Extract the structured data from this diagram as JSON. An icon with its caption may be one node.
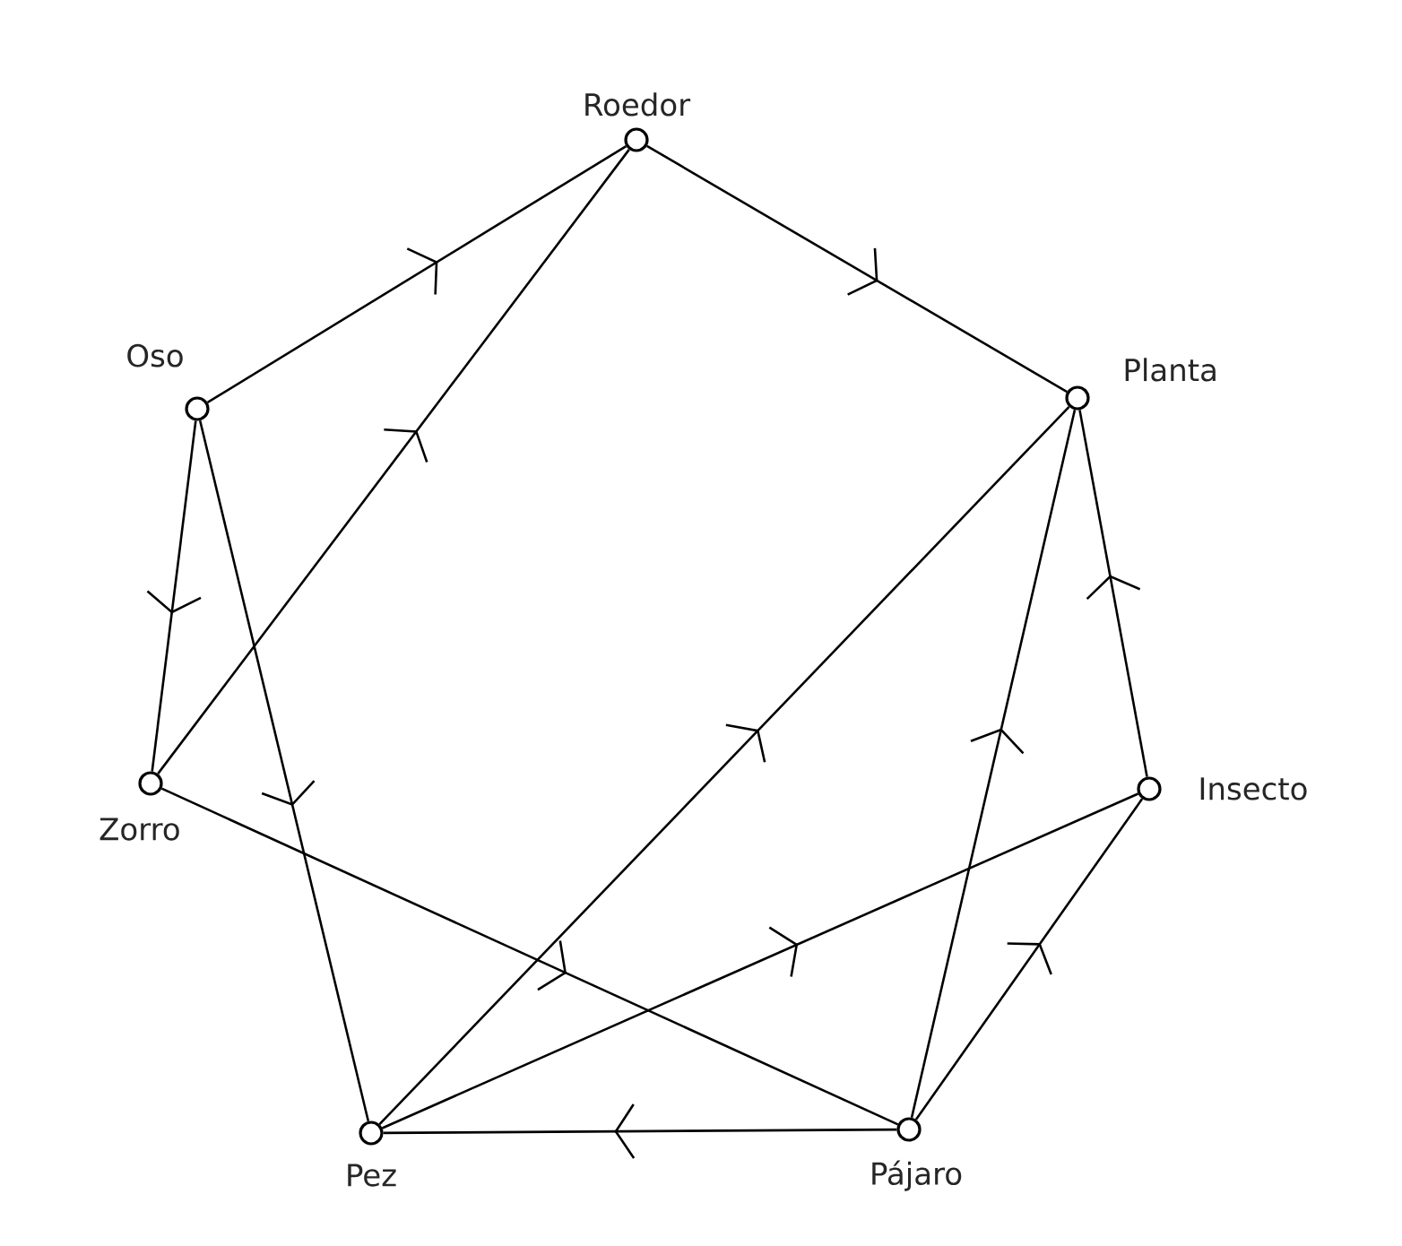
{
  "diagram": {
    "nodes": [
      {
        "text": [
          "Roedor"
        ]
      },
      {
        "text": [
          "Oso"
        ]
      },
      {
        "text": [
          "Planta"
        ]
      },
      {
        "text": [
          "Zorro"
        ]
      },
      {
        "text": [
          "Insecto"
        ]
      },
      {
        "text": [
          "Pez"
        ]
      },
      {
        "text": [
          "Pájaro"
        ]
      }
    ],
    "edges": [
      {
        "from": 1,
        "to": 0,
        "arrow": "to"
      },
      {
        "from": 3,
        "to": 0,
        "arrow": "to"
      },
      {
        "from": 0,
        "to": 2,
        "arrow": "to"
      },
      {
        "from": 1,
        "to": 3,
        "arrow": "to"
      },
      {
        "from": 1,
        "to": 5,
        "arrow": "to"
      },
      {
        "from": 3,
        "to": 6,
        "arrow": "to"
      },
      {
        "from": 5,
        "to": 2,
        "arrow": "to"
      },
      {
        "from": 6,
        "to": 2,
        "arrow": "to"
      },
      {
        "from": 4,
        "to": 2,
        "arrow": "to"
      },
      {
        "from": 5,
        "to": 4,
        "arrow": "to"
      },
      {
        "from": 6,
        "to": 4,
        "arrow": "to"
      },
      {
        "from": 6,
        "to": 5,
        "arrow": "to"
      }
    ]
  }
}
